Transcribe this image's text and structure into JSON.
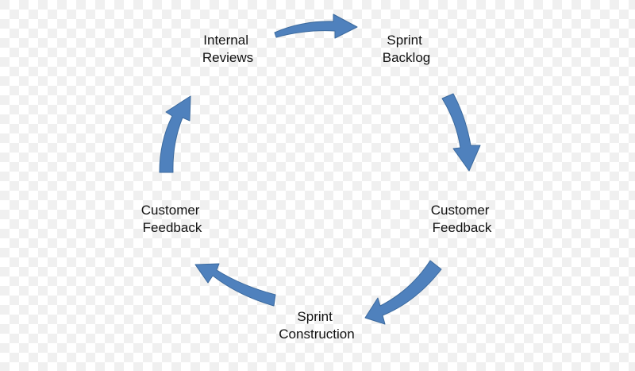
{
  "diagram": {
    "type": "cycle",
    "arrow_color": "#4f81bd",
    "arrow_outline": "#3c6a9e",
    "background": "transparent-checkerboard",
    "nodes": [
      {
        "id": "internal-reviews",
        "line1": "Internal",
        "line2": "Reviews"
      },
      {
        "id": "sprint-backlog",
        "line1": "Sprint",
        "line2": "Backlog"
      },
      {
        "id": "customer-feedback-right",
        "line1": "Customer",
        "line2": "Feedback"
      },
      {
        "id": "sprint-construction",
        "line1": "Sprint",
        "line2": "Construction"
      },
      {
        "id": "customer-feedback-left",
        "line1": "Customer",
        "line2": "Feedback"
      }
    ],
    "edges": [
      {
        "from": "internal-reviews",
        "to": "sprint-backlog"
      },
      {
        "from": "sprint-backlog",
        "to": "customer-feedback-right"
      },
      {
        "from": "customer-feedback-right",
        "to": "sprint-construction"
      },
      {
        "from": "sprint-construction",
        "to": "customer-feedback-left"
      },
      {
        "from": "customer-feedback-left",
        "to": "internal-reviews"
      }
    ]
  }
}
